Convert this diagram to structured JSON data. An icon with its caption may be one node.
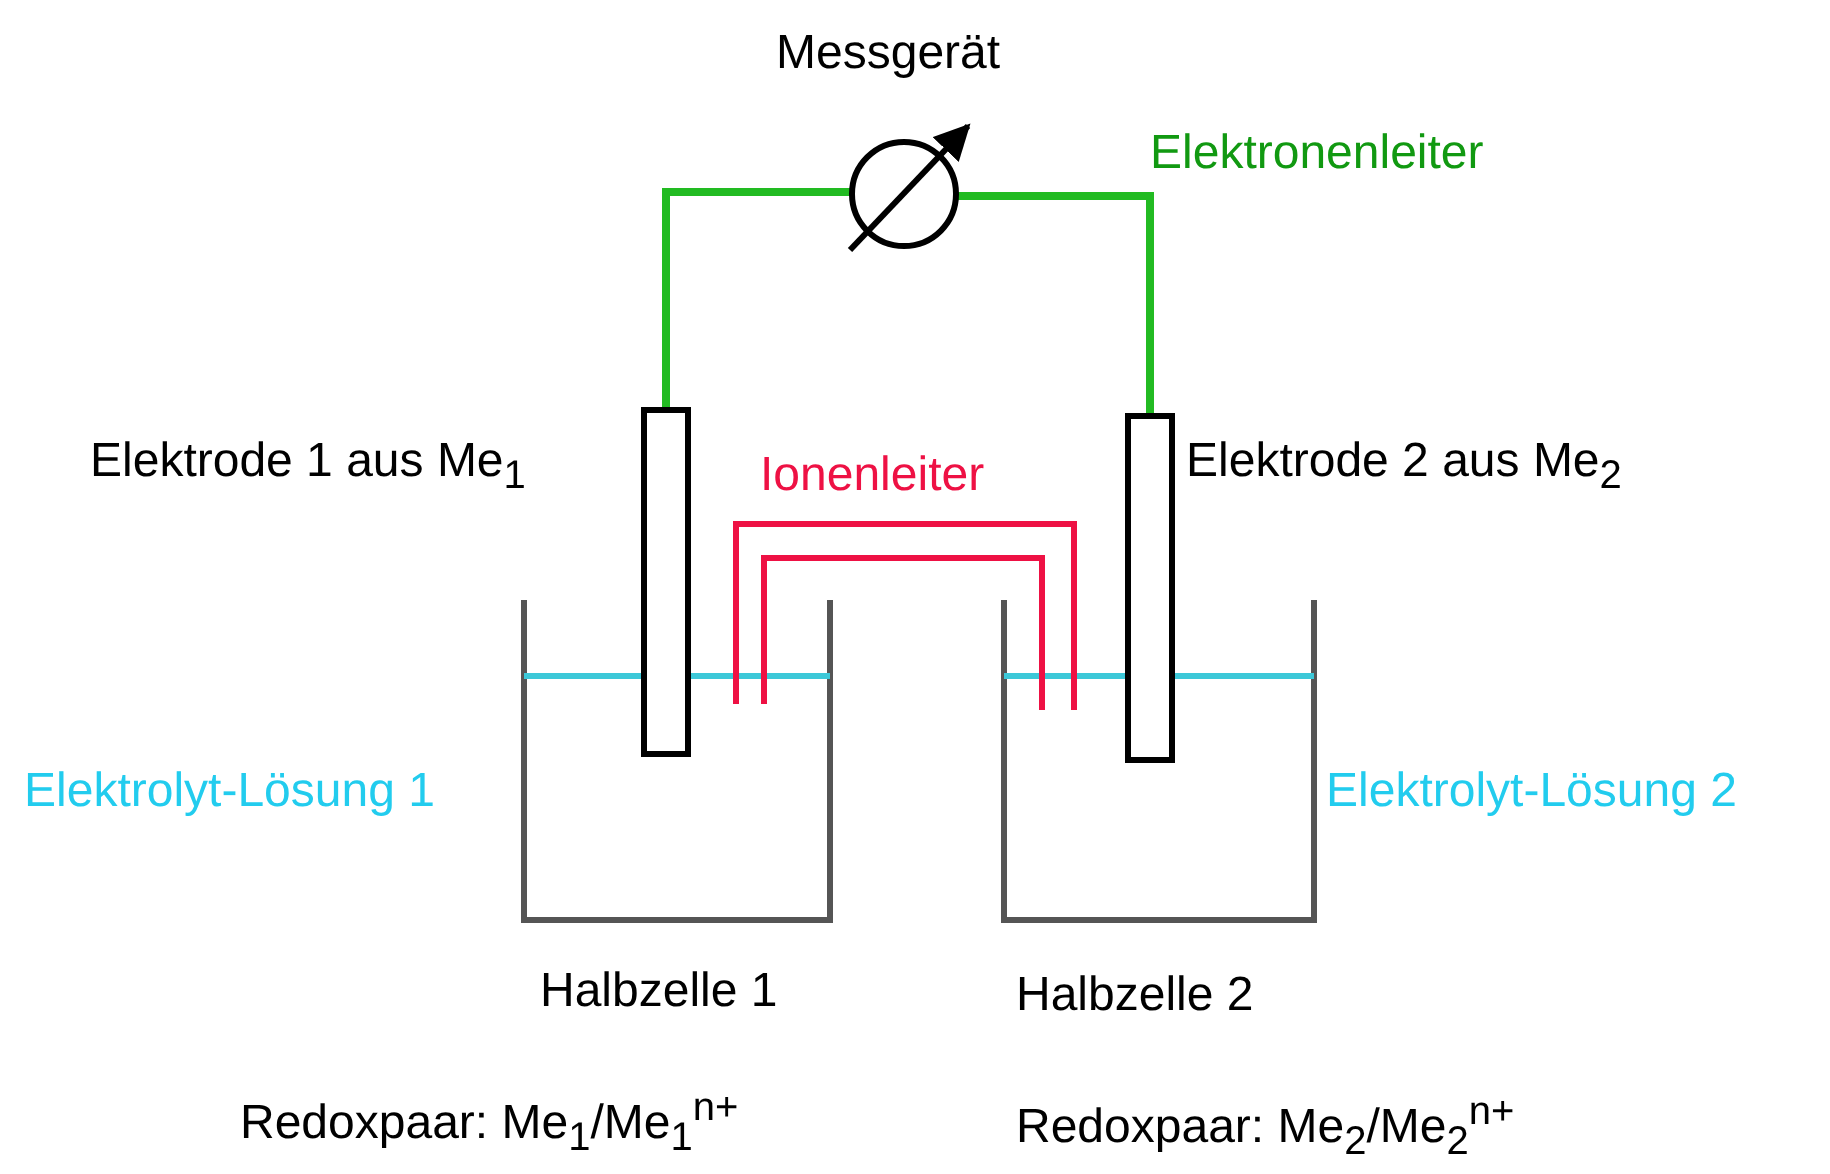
{
  "diagram": {
    "labels": [
      "Messgerät",
      "Elektronenleiter",
      "Elektrode 1 aus Me$_{1}$",
      "Ionenleiter",
      "Elektrode 2 aus Me$_{2}$",
      "Elektrolyt-Lösung 1",
      "Elektrolyt-Lösung 2",
      "Halbzelle 1",
      "Halbzelle 2",
      "Redoxpaar: Me$_{1}$/Me$_{1}$$^{n+}$",
      "Redoxpaar: Me$_{2}$/Me$_{2}$$^{n+}$"
    ]
  }
}
